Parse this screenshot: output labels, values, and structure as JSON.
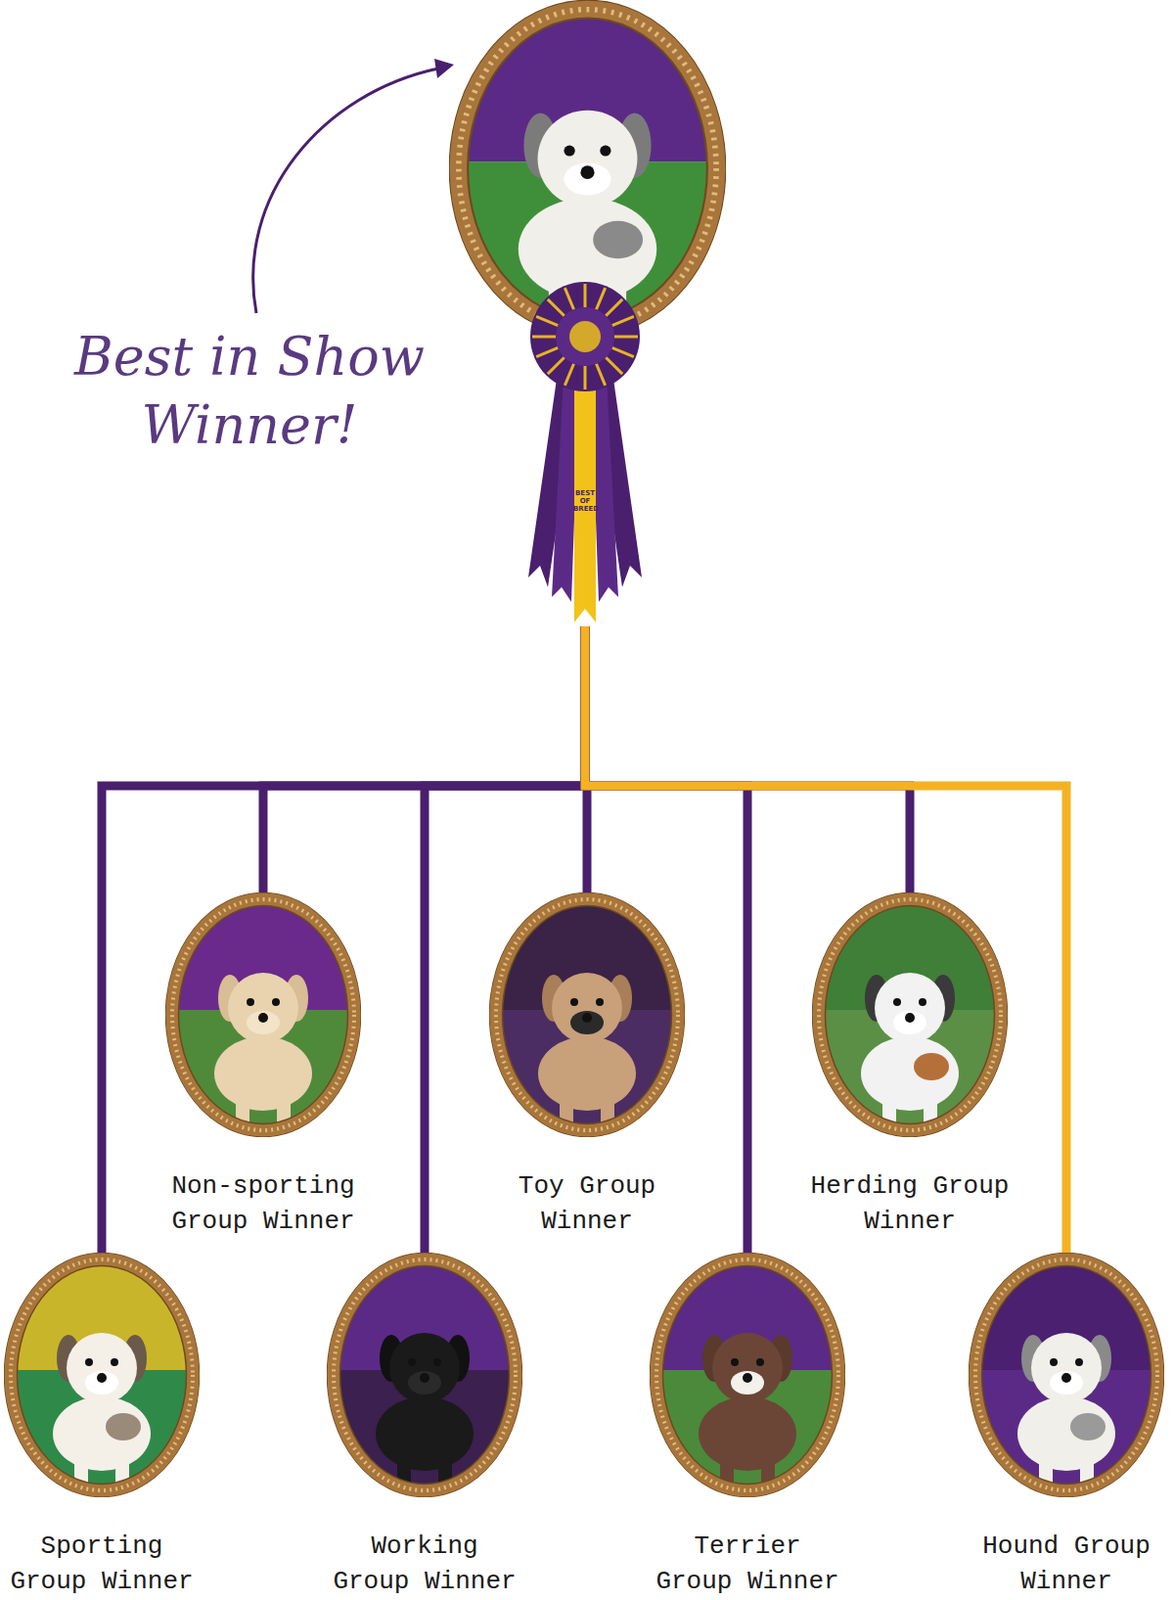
{
  "diagram": {
    "nodes": [
      {
        "text": [
          "Best in Show Winner!"
        ]
      },
      {
        "text": [
          "Non-sporting Group Winner"
        ]
      },
      {
        "text": [
          "Toy Group Winner"
        ]
      },
      {
        "text": [
          "Herding Group Winner"
        ]
      },
      {
        "text": [
          "Sporting Group Winner"
        ]
      },
      {
        "text": [
          "Working Group Winner"
        ]
      },
      {
        "text": [
          "Terrier Group Winner"
        ]
      },
      {
        "text": [
          "Hound Group Winner"
        ]
      }
    ],
    "edges": [
      {
        "from": 0,
        "to": 1,
        "arrow": "none"
      },
      {
        "from": 0,
        "to": 2,
        "arrow": "none"
      },
      {
        "from": 0,
        "to": 3,
        "arrow": "none"
      },
      {
        "from": 0,
        "to": 4,
        "arrow": "none"
      },
      {
        "from": 0,
        "to": 5,
        "arrow": "none"
      },
      {
        "from": 0,
        "to": 6,
        "arrow": "none"
      },
      {
        "from": 0,
        "to": 7,
        "arrow": "none"
      }
    ],
    "labels": [
      "BEST OF BREED"
    ]
  }
}
